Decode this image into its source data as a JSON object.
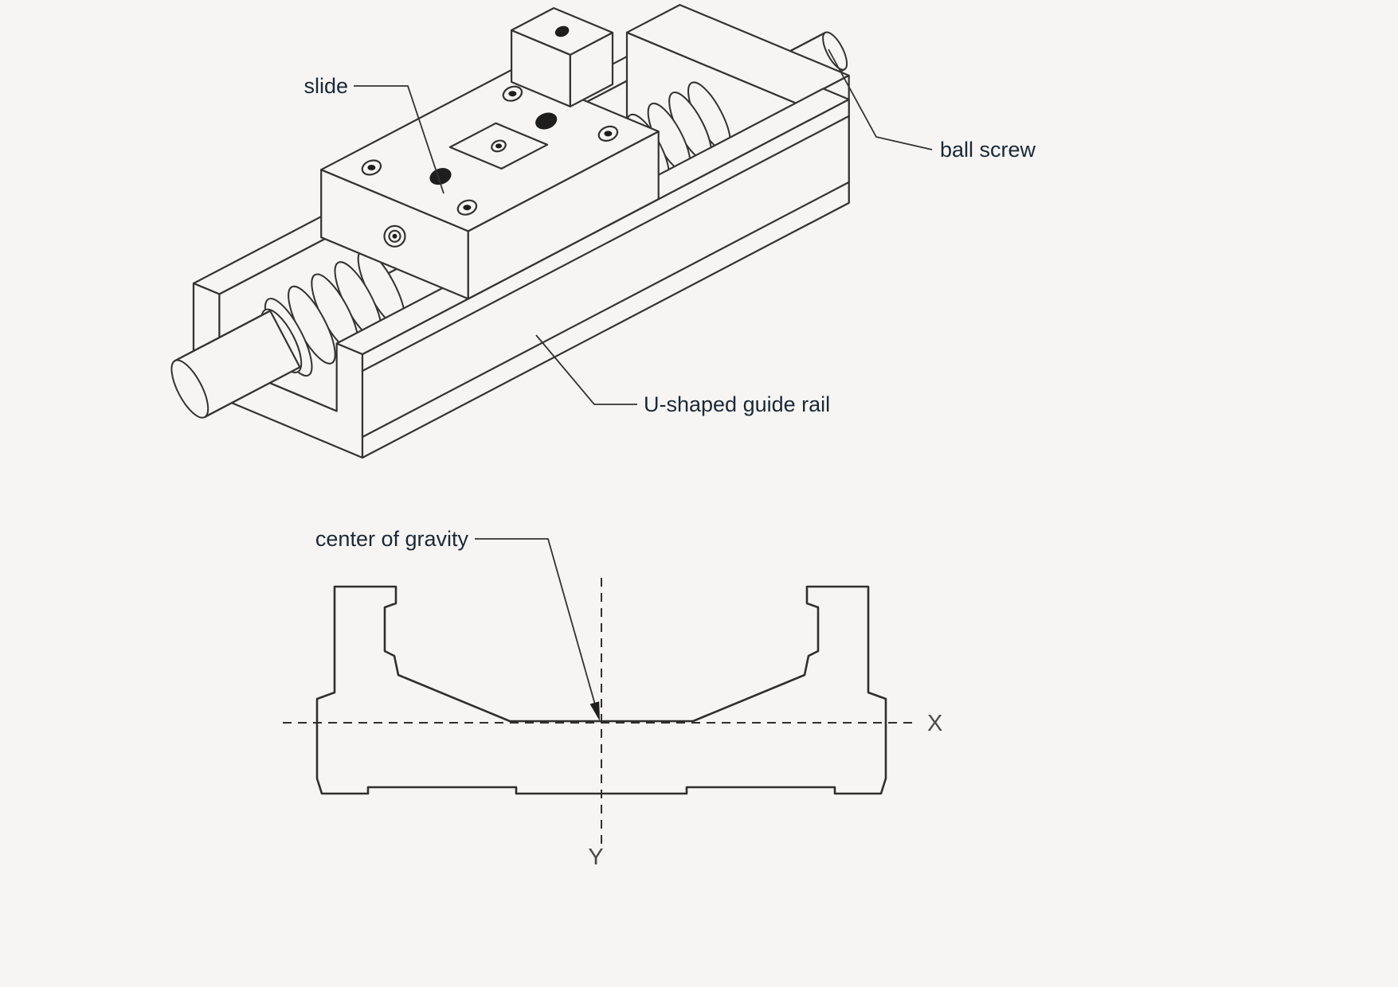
{
  "figure": {
    "type": "technical-diagram",
    "subject": "ball screw linear slide unit with U-shaped guide rail",
    "colors": {
      "background": "#f6f5f3",
      "line": "#333333",
      "label": "#1b2836",
      "axis_label": "#4a4a4a"
    },
    "isometric_view": {
      "labels": {
        "slide": "slide",
        "ball_screw": "ball screw",
        "guide_rail": "U-shaped guide rail"
      }
    },
    "cross_section_view": {
      "labels": {
        "center_of_gravity": "center of gravity",
        "x_axis": "X",
        "y_axis": "Y"
      }
    }
  }
}
